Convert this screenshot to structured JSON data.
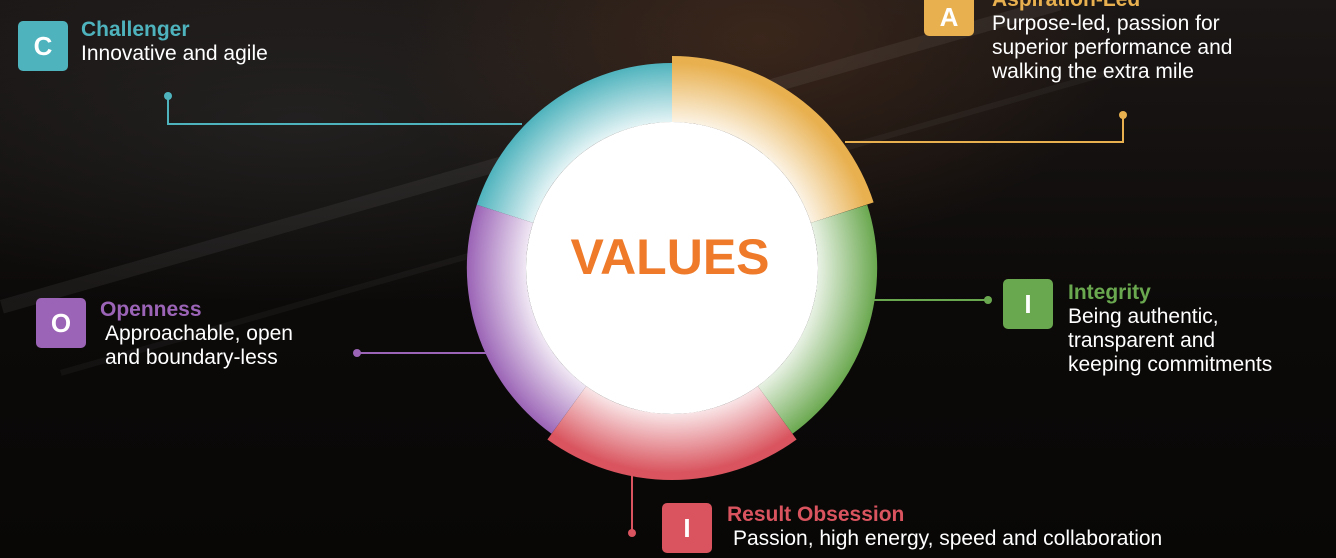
{
  "center_title": "VALUES",
  "colors": {
    "challenger": "#4fb3bd",
    "aspiration": "#e8b04f",
    "integrity": "#6aa84f",
    "result": "#d9545e",
    "openness": "#9b64b6",
    "center_title": "#ee7a2a"
  },
  "values": {
    "challenger": {
      "letter": "C",
      "title": "Challenger",
      "desc": "Innovative and agile"
    },
    "aspiration": {
      "letter": "A",
      "title": "Aspiration-Led",
      "desc": "Purpose-led, passion for\nsuperior performance and\nwalking the extra mile"
    },
    "integrity": {
      "letter": "I",
      "title": "Integrity",
      "desc": "Being authentic,\ntransparent and\nkeeping commitments"
    },
    "result": {
      "letter": "I",
      "title": "Result Obsession",
      "desc": "Passion, high energy, speed and collaboration"
    },
    "openness": {
      "letter": "O",
      "title": "Openness",
      "desc": "Approachable, open\nand boundary-less"
    }
  }
}
